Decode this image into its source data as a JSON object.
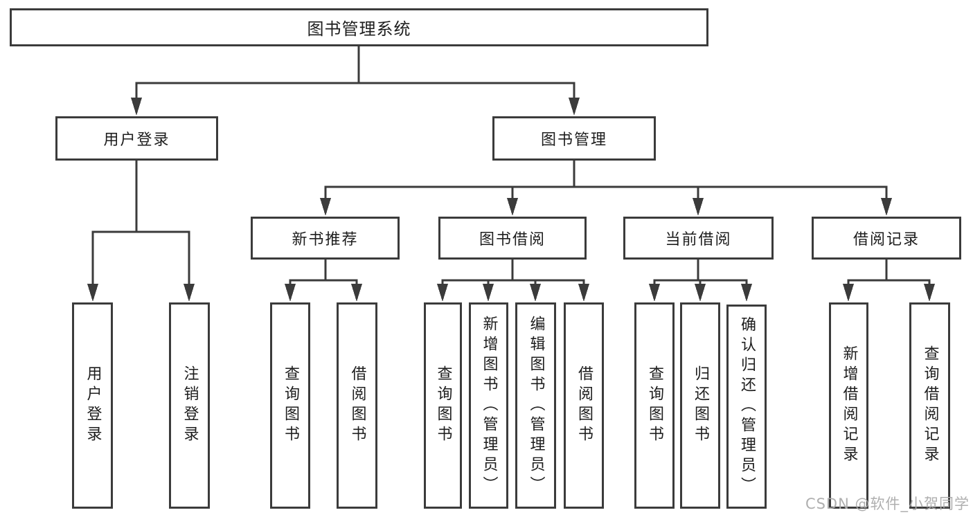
{
  "tree": {
    "root": {
      "label": "图书管理系统"
    },
    "branches": [
      {
        "label": "用户登录",
        "leaves": [
          {
            "label": "用户登录"
          },
          {
            "label": "注销登录"
          }
        ]
      },
      {
        "label": "图书管理",
        "groups": [
          {
            "label": "新书推荐",
            "leaves": [
              {
                "label": "查询图书"
              },
              {
                "label": "借阅图书"
              }
            ]
          },
          {
            "label": "图书借阅",
            "leaves": [
              {
                "label": "查询图书"
              },
              {
                "label": "新增图书（管理员）"
              },
              {
                "label": "编辑图书（管理员）"
              },
              {
                "label": "借阅图书"
              }
            ]
          },
          {
            "label": "当前借阅",
            "leaves": [
              {
                "label": "查询图书"
              },
              {
                "label": "归还图书"
              },
              {
                "label": "确认归还（管理员）"
              }
            ]
          },
          {
            "label": "借阅记录",
            "leaves": [
              {
                "label": "新增借阅记录"
              },
              {
                "label": "查询借阅记录"
              }
            ]
          }
        ]
      }
    ]
  },
  "watermark": {
    "text": "CSDN @软件_小贺同学"
  },
  "colors": {
    "line": "#3b3b3b",
    "text": "#1d1d1d",
    "watermark": "#ababab",
    "background": "#ffffff"
  }
}
